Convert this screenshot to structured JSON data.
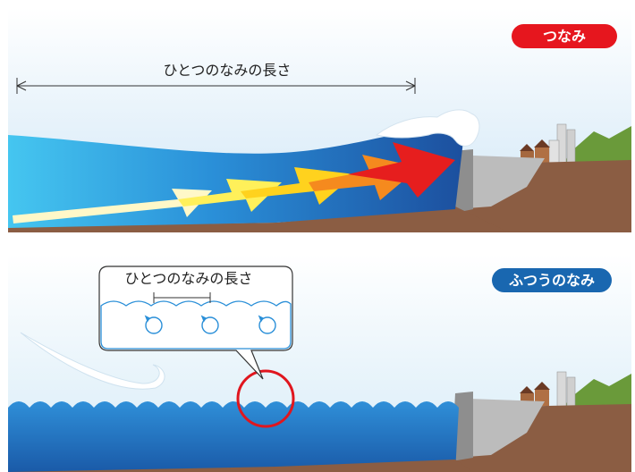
{
  "top_panel": {
    "badge": "つなみ",
    "wavelength_label": "ひとつのなみの長さ"
  },
  "bottom_panel": {
    "badge": "ふつうのなみ",
    "callout_label": "ひとつのなみの長さ"
  },
  "colors": {
    "sky": "#dcedf8",
    "sea_top": "#1a5fb0",
    "sea_light": "#3fc0ee",
    "ground": "#8b5d43",
    "wall": "#b8b8b8",
    "tsunami_badge": "#e6161e",
    "normal_badge": "#1967b0",
    "callout_circle": "#e0161e",
    "arrows": [
      "#fff8c8",
      "#fff05a",
      "#ffd21e",
      "#f58a1e",
      "#e61e1e"
    ]
  }
}
